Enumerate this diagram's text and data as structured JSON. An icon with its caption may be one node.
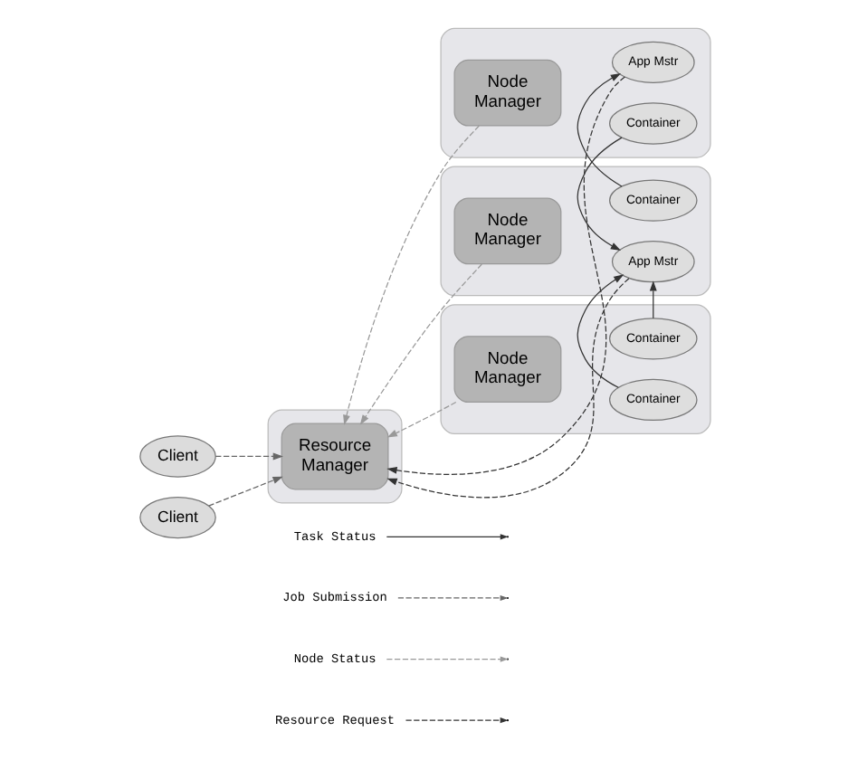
{
  "diagram": {
    "nodes": [
      {
        "text": [
          "Client"
        ]
      },
      {
        "text": [
          "Client"
        ]
      },
      {
        "text": [],
        "shape": "box"
      },
      {
        "text": [
          "Resource Manager"
        ],
        "in": 2
      },
      {
        "text": [],
        "shape": "box"
      },
      {
        "text": [
          "Node Manager"
        ],
        "in": 4
      },
      {
        "text": [
          "Container"
        ],
        "in": 4
      },
      {
        "text": [
          "App Mstr"
        ],
        "in": 4
      },
      {
        "text": [],
        "shape": "box"
      },
      {
        "text": [
          "Node Manager"
        ],
        "in": 8
      },
      {
        "text": [
          "App Mstr"
        ],
        "in": 8
      },
      {
        "text": [
          "Container"
        ],
        "in": 8
      },
      {
        "text": [],
        "shape": "box"
      },
      {
        "text": [
          "Node Manager"
        ],
        "in": 12
      },
      {
        "text": [
          "Container"
        ],
        "in": 12
      },
      {
        "text": [
          "Container"
        ],
        "in": 12
      }
    ],
    "edges": [
      {
        "from": 0,
        "to": 3,
        "arrow": "to",
        "style": "dashed",
        "color": "#666666"
      },
      {
        "from": 1,
        "to": 3,
        "arrow": "to",
        "style": "dashed",
        "color": "#666666"
      },
      {
        "from": 5,
        "to": 3,
        "arrow": "to",
        "style": "dashed",
        "color": "#999999"
      },
      {
        "from": 7,
        "to": 3,
        "arrow": "to",
        "style": "dashed"
      },
      {
        "from": 9,
        "to": 3,
        "arrow": "to",
        "style": "dashed",
        "color": "#999999"
      },
      {
        "from": 10,
        "to": 3,
        "arrow": "to",
        "style": "dashed"
      },
      {
        "from": 13,
        "to": 3,
        "arrow": "to",
        "style": "dashed",
        "color": "#999999"
      },
      {
        "from": 6,
        "to": 10,
        "arrow": "to"
      },
      {
        "from": 11,
        "to": 7,
        "arrow": "to"
      },
      {
        "from": 14,
        "to": 10,
        "arrow": "to"
      },
      {
        "from": 15,
        "to": 10,
        "arrow": "to"
      }
    ],
    "legend": [
      {
        "text": "Task Status"
      },
      {
        "text": "Job Submission"
      },
      {
        "text": "Node Status"
      },
      {
        "text": "Resource Request"
      }
    ]
  }
}
